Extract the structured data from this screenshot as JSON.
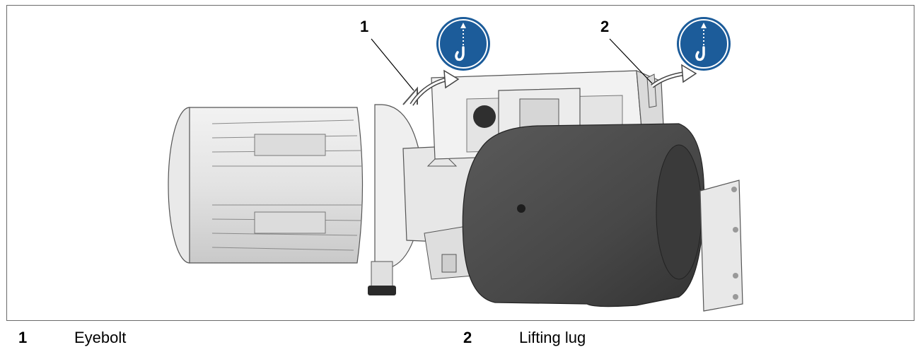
{
  "callouts": [
    {
      "number": "1"
    },
    {
      "number": "2"
    }
  ],
  "legend": [
    {
      "number": "1",
      "label": "Eyebolt"
    },
    {
      "number": "2",
      "label": "Lifting lug"
    }
  ],
  "icons": [
    "lifting-hook-sign-icon"
  ],
  "colors": {
    "sign_blue": "#1c5c9a",
    "housing_dark": "#4a4a4a",
    "metal_light": "#e8e8e8",
    "frame_border": "#6a6a6a"
  }
}
